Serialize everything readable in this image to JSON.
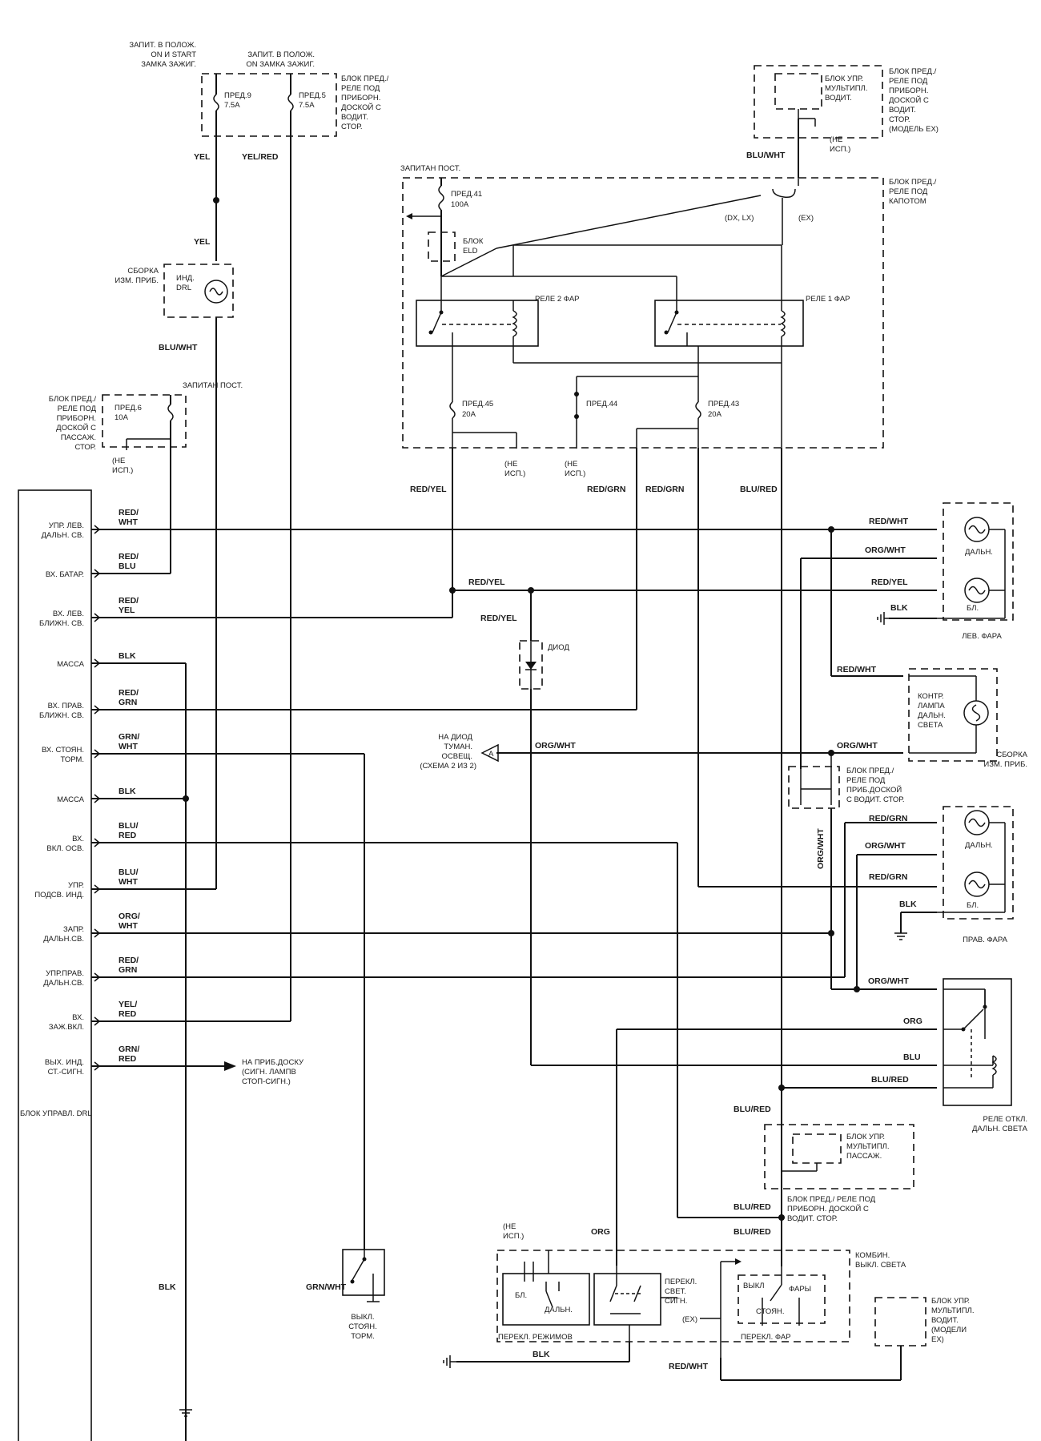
{
  "fuse_labels": {
    "ig_on_start": [
      "ЗАПИТ. В ПОЛОЖ.",
      "ON И START",
      "ЗАМКА ЗАЖИГ."
    ],
    "ig_on": [
      "ЗАПИТ. В ПОЛОЖ.",
      "ON ЗАМКА ЗАЖИГ."
    ],
    "fuse9": [
      "ПРЕД.9",
      "7.5A"
    ],
    "fuse5": [
      "ПРЕД.5",
      "7.5A"
    ],
    "dash_box_driver": [
      "БЛОК ПРЕД./",
      "РЕЛЕ ПОД",
      "ПРИБОРН.",
      "ДОСКОЙ С",
      "ВОДИТ.",
      "СТОР."
    ],
    "fuse6_power": "ЗАПИТАН ПОСТ.",
    "fuse6": [
      "ПРЕД.6",
      "10A"
    ],
    "dash_box_pass": [
      "БЛОК ПРЕД./",
      "РЕЛЕ ПОД",
      "ПРИБОРН.",
      "ДОСКОЙ С",
      "ПАССАЖ.",
      "СТОР."
    ],
    "not_used": [
      "(НЕ",
      "ИСП.)"
    ]
  },
  "meter": {
    "label": [
      "СБОРКА",
      "ИЗМ. ПРИБ."
    ],
    "drl": [
      "ИНД.",
      "DRL"
    ]
  },
  "multiplex_driver": {
    "unit": [
      "БЛОК УПР.",
      "МУЛЬТИПЛ.",
      "ВОДИТ."
    ],
    "box": [
      "БЛОК ПРЕД./",
      "РЕЛЕ ПОД",
      "ПРИБОРН.",
      "ДОСКОЙ С",
      "ВОДИТ.",
      "СТОР.",
      "(МОДЕЛЬ EX)"
    ]
  },
  "hood_box": {
    "power": "ЗАПИТАН ПОСТ.",
    "label": [
      "БЛОК ПРЕД./",
      "РЕЛЕ ПОД",
      "КАПОТОМ"
    ],
    "fuse41": [
      "ПРЕД.41",
      "100A"
    ],
    "eld": [
      "БЛОК",
      "ELD"
    ],
    "relay2": "РЕЛЕ 2 ФАР",
    "relay1": "РЕЛЕ 1 ФАР",
    "fuse45": [
      "ПРЕД.45",
      "20A"
    ],
    "fuse44": "ПРЕД.44",
    "fuse43": [
      "ПРЕД.43",
      "20A"
    ],
    "dx_lx": "(DX, LX)",
    "ex": "(EX)"
  },
  "drl_unit": {
    "title": "БЛОК УПРАВЛ. DRL",
    "pins": [
      [
        "УПР. ЛЕВ.",
        "ДАЛЬН. СВ."
      ],
      [
        "ВХ. БАТАР."
      ],
      [
        "ВХ. ЛЕВ.",
        "БЛИЖН. СВ."
      ],
      [
        "МАССА"
      ],
      [
        "ВХ. ПРАВ.",
        "БЛИЖН. СВ."
      ],
      [
        "ВХ. СТОЯН.",
        "ТОРМ."
      ],
      [
        "МАССА"
      ],
      [
        "ВХ.",
        "ВКЛ. ОСВ."
      ],
      [
        "УПР.",
        "ПОДСВ. ИНД."
      ],
      [
        "ЗАПР.",
        "ДАЛЬН.СВ."
      ],
      [
        "УПР.ПРАВ.",
        "ДАЛЬН.СВ."
      ],
      [
        "ВХ.",
        "ЗАЖ.ВКЛ."
      ],
      [
        "ВЫХ. ИНД.",
        "СТ.-СИГН."
      ]
    ],
    "wires": [
      [
        "RED/",
        "WHT"
      ],
      [
        "RED/",
        "BLU"
      ],
      [
        "RED/",
        "YEL"
      ],
      [
        "BLK"
      ],
      [
        "RED/",
        "GRN"
      ],
      [
        "GRN/",
        "WHT"
      ],
      [
        "BLK"
      ],
      [
        "BLU/",
        "RED"
      ],
      [
        "BLU/",
        "WHT"
      ],
      [
        "ORG/",
        "WHT"
      ],
      [
        "RED/",
        "GRN"
      ],
      [
        "YEL/",
        "RED"
      ],
      [
        "GRN/",
        "RED"
      ]
    ]
  },
  "wire_colors": {
    "yel": "YEL",
    "yel_red": "YEL/RED",
    "blu_wht": "BLU/WHT",
    "blu_red": "BLU/RED",
    "red_yel": "RED/YEL",
    "red_grn": "RED/GRN",
    "red_wht": "RED/WHT",
    "org_wht": "ORG/WHT",
    "blk": "BLK",
    "grn_wht": "GRN/WHT",
    "org": "ORG",
    "blu": "BLU"
  },
  "left_headlight": {
    "label": "ЛЕВ. ФАРА",
    "high": "ДАЛЬН.",
    "low": "БЛ."
  },
  "right_headlight": {
    "label": "ПРАВ. ФАРА",
    "high": "ДАЛЬН.",
    "low": "БЛ."
  },
  "indicator": {
    "lamp": [
      "КОНТР.",
      "ЛАМПА",
      "ДАЛЬН.",
      "СВЕТА"
    ],
    "meter": [
      "СБОРКА",
      "ИЗМ. ПРИБ."
    ],
    "dash_box": [
      "БЛОК ПРЕД./",
      "РЕЛЕ ПОД",
      "ПРИБ.ДОСКОЙ",
      "С ВОДИТ. СТОР."
    ]
  },
  "diode": "ДИОД",
  "fog_ref": [
    "НА ДИОД",
    "ТУМАН.",
    "ОСВЕЩ.",
    "(СХЕМА 2 ИЗ 2)"
  ],
  "connector_a": "A",
  "brake_ref": [
    "НА ПРИБ.ДОСКУ",
    "(СИГН. ЛАМПВ",
    "СТОП-СИГН.)"
  ],
  "dimmer_relay": [
    "РЕЛЕ ОТКЛ.",
    "ДАЛЬН. СВЕТА"
  ],
  "multiplex_pass": {
    "unit": [
      "БЛОК УПР.",
      "МУЛЬТИПЛ.",
      "ПАССАЖ."
    ],
    "box": [
      "БЛОК ПРЕД./ РЕЛЕ ПОД",
      "ПРИБОРН. ДОСКОЙ С",
      "ВОДИТ. СТОР."
    ]
  },
  "brake_switch": [
    "ВЫКЛ.",
    "СТОЯН.",
    "ТОРМ."
  ],
  "combo_switch": {
    "title": [
      "КОМБИН.",
      "ВЫКЛ. СВЕТА"
    ],
    "low": "БЛ.",
    "high": "ДАЛЬН.",
    "flash": [
      "ПЕРЕКЛ.",
      "СВЕТ.",
      "СИГН."
    ],
    "off": "ВЫКЛ",
    "heads": "ФАРЫ",
    "park": "СТОЯН.",
    "ex": "(EX)",
    "dimmer": "ПЕРЕКЛ. РЕЖИМОВ",
    "light_sw": "ПЕРЕКЛ. ФАР"
  },
  "multiplex_ex": [
    "БЛОК УПР.",
    "МУЛЬТИПЛ.",
    "ВОДИТ.",
    "(МОДЕЛИ",
    "EX)"
  ]
}
